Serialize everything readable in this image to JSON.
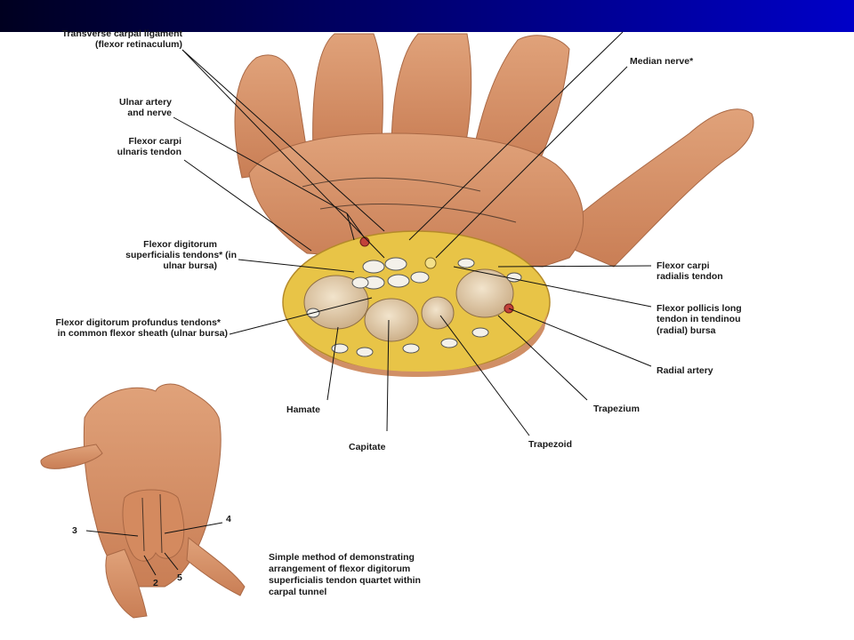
{
  "labels": {
    "transverse_carpal_1": "Transverse carpal ligament",
    "transverse_carpal_2": "(flexor retinaculum)",
    "median_nerve": "Median nerve*",
    "ulnar_1": "Ulnar artery",
    "ulnar_2": "and nerve",
    "fcu_1": "Flexor carpi",
    "fcu_2": "ulnaris tendon",
    "fds_1": "Flexor digitorum",
    "fds_2": "superficialis tendons* (in",
    "fds_3": "ulnar bursa)",
    "fdp_1": "Flexor digitorum profundus tendons*",
    "fdp_2": "in common flexor sheath (ulnar bursa)",
    "fcr_1": "Flexor carpi",
    "fcr_2": "radialis tendon",
    "fpl_1": "Flexor pollicis long",
    "fpl_2": "tendon in tendinou",
    "fpl_3": "(radial)  bursa",
    "radial_artery": "Radial artery",
    "trapezium": "Trapezium",
    "trapezoid": "Trapezoid",
    "capitate": "Capitate",
    "hamate": "Hamate",
    "num_2": "2",
    "num_3": "3",
    "num_4": "4",
    "num_5": "5",
    "caption_1": "Simple method of demonstrating",
    "caption_2": "arrangement of flexor digitorum",
    "caption_3": "superficialis tendon quartet within",
    "caption_4": "carpal tunnel"
  }
}
